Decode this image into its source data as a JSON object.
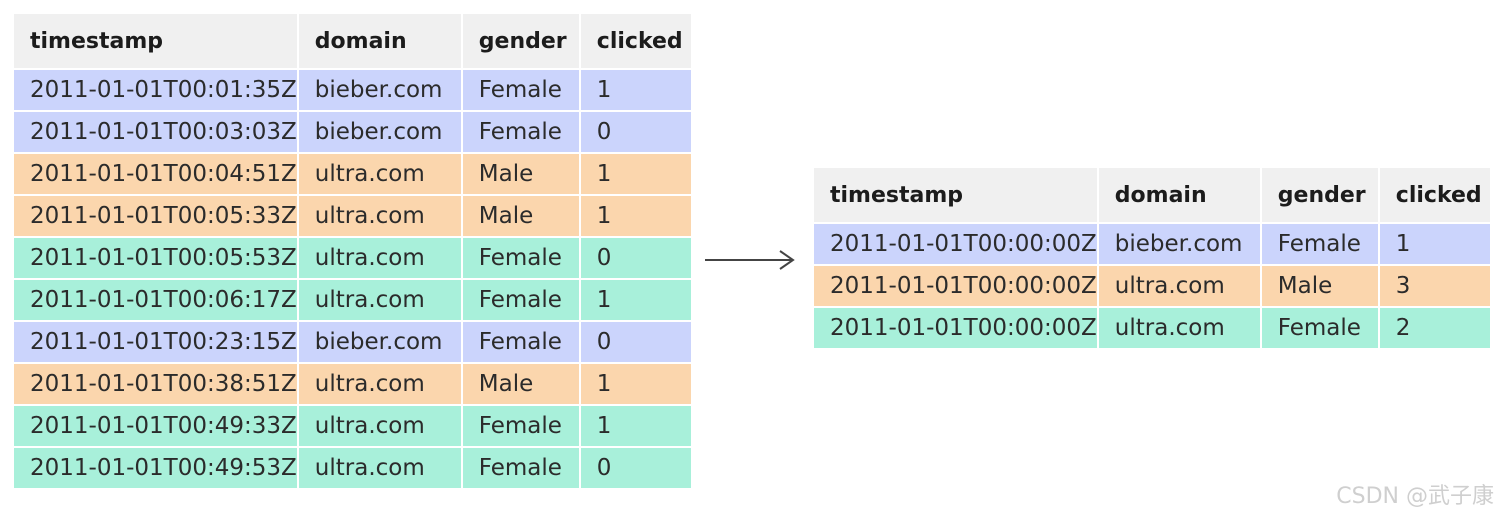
{
  "colors": {
    "header": "#f0f0f0",
    "bieber_female": "#cbd4fc",
    "ultra_male": "#fbd6ad",
    "ultra_female": "#a8f0da"
  },
  "columns": [
    "timestamp",
    "domain",
    "gender",
    "clicked"
  ],
  "raw_rows": [
    {
      "timestamp": "2011-01-01T00:01:35Z",
      "domain": "bieber.com",
      "gender": "Female",
      "clicked": "1",
      "color": "#cbd4fc"
    },
    {
      "timestamp": "2011-01-01T00:03:03Z",
      "domain": "bieber.com",
      "gender": "Female",
      "clicked": "0",
      "color": "#cbd4fc"
    },
    {
      "timestamp": "2011-01-01T00:04:51Z",
      "domain": "ultra.com",
      "gender": "Male",
      "clicked": "1",
      "color": "#fbd6ad"
    },
    {
      "timestamp": "2011-01-01T00:05:33Z",
      "domain": "ultra.com",
      "gender": "Male",
      "clicked": "1",
      "color": "#fbd6ad"
    },
    {
      "timestamp": "2011-01-01T00:05:53Z",
      "domain": "ultra.com",
      "gender": "Female",
      "clicked": "0",
      "color": "#a8f0da"
    },
    {
      "timestamp": "2011-01-01T00:06:17Z",
      "domain": "ultra.com",
      "gender": "Female",
      "clicked": "1",
      "color": "#a8f0da"
    },
    {
      "timestamp": "2011-01-01T00:23:15Z",
      "domain": "bieber.com",
      "gender": "Female",
      "clicked": "0",
      "color": "#cbd4fc"
    },
    {
      "timestamp": "2011-01-01T00:38:51Z",
      "domain": "ultra.com",
      "gender": "Male",
      "clicked": "1",
      "color": "#fbd6ad"
    },
    {
      "timestamp": "2011-01-01T00:49:33Z",
      "domain": "ultra.com",
      "gender": "Female",
      "clicked": "1",
      "color": "#a8f0da"
    },
    {
      "timestamp": "2011-01-01T00:49:53Z",
      "domain": "ultra.com",
      "gender": "Female",
      "clicked": "0",
      "color": "#a8f0da"
    }
  ],
  "rollup_rows": [
    {
      "timestamp": "2011-01-01T00:00:00Z",
      "domain": "bieber.com",
      "gender": "Female",
      "clicked": "1",
      "color": "#cbd4fc"
    },
    {
      "timestamp": "2011-01-01T00:00:00Z",
      "domain": "ultra.com",
      "gender": "Male",
      "clicked": "3",
      "color": "#fbd6ad"
    },
    {
      "timestamp": "2011-01-01T00:00:00Z",
      "domain": "ultra.com",
      "gender": "Female",
      "clicked": "2",
      "color": "#a8f0da"
    }
  ],
  "arrow_icon": "arrow-right-icon",
  "watermark": "CSDN @武子康"
}
